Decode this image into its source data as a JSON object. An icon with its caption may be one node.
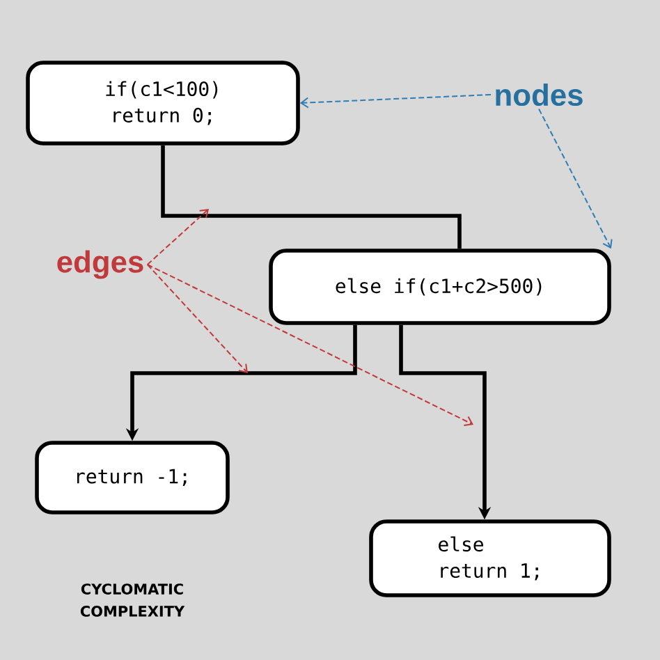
{
  "diagram": {
    "nodes": [
      {
        "text": [
          "if(c1<100)",
          "return 0;"
        ]
      },
      {
        "text": [
          "else if(c1+c2>500)"
        ]
      },
      {
        "text": [
          "return -1;"
        ]
      },
      {
        "text": [
          "else",
          "return 1;"
        ]
      },
      {
        "text": [
          "nodes"
        ]
      },
      {
        "text": [
          "edges"
        ]
      }
    ],
    "edges": [
      {
        "from": 0,
        "to": 1,
        "arrow": "none",
        "style": "thick"
      },
      {
        "from": 1,
        "to": 2,
        "arrow": "to",
        "style": "thick"
      },
      {
        "from": 1,
        "to": 3,
        "arrow": "to",
        "style": "thick"
      },
      {
        "from": 4,
        "to": 0,
        "arrow": "to",
        "style": "dashed",
        "color": "#2f7db3"
      },
      {
        "from": 4,
        "to": 1,
        "arrow": "to",
        "style": "dashed",
        "color": "#2f7db3"
      },
      {
        "from": 5,
        "to": null,
        "arrow": "to",
        "style": "dashed",
        "color": "#c0393b"
      },
      {
        "from": 5,
        "to": null,
        "arrow": "to",
        "style": "dashed",
        "color": "#c0393b"
      },
      {
        "from": 5,
        "to": null,
        "arrow": "to",
        "style": "dashed",
        "color": "#c0393b"
      }
    ],
    "labels": [
      "CYCLOMATIC COMPLEXITY"
    ]
  }
}
